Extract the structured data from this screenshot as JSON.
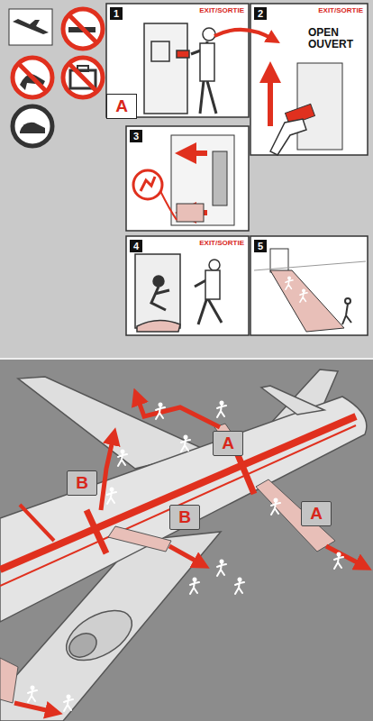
{
  "diagram": {
    "nodes": [
      {
        "text": [
          "1",
          "EXIT/SORTIE"
        ]
      },
      {
        "text": [
          "2",
          "EXIT/SORTIE",
          "OPEN OUVERT"
        ]
      },
      {
        "text": [
          "A"
        ]
      },
      {
        "text": [
          "3"
        ]
      },
      {
        "text": [
          "4",
          "EXIT/SORTIE"
        ]
      },
      {
        "text": [
          "5"
        ]
      },
      {
        "text": [
          "A"
        ]
      },
      {
        "text": [
          "B"
        ]
      },
      {
        "text": [
          "A"
        ]
      },
      {
        "text": [
          "B"
        ]
      }
    ]
  }
}
